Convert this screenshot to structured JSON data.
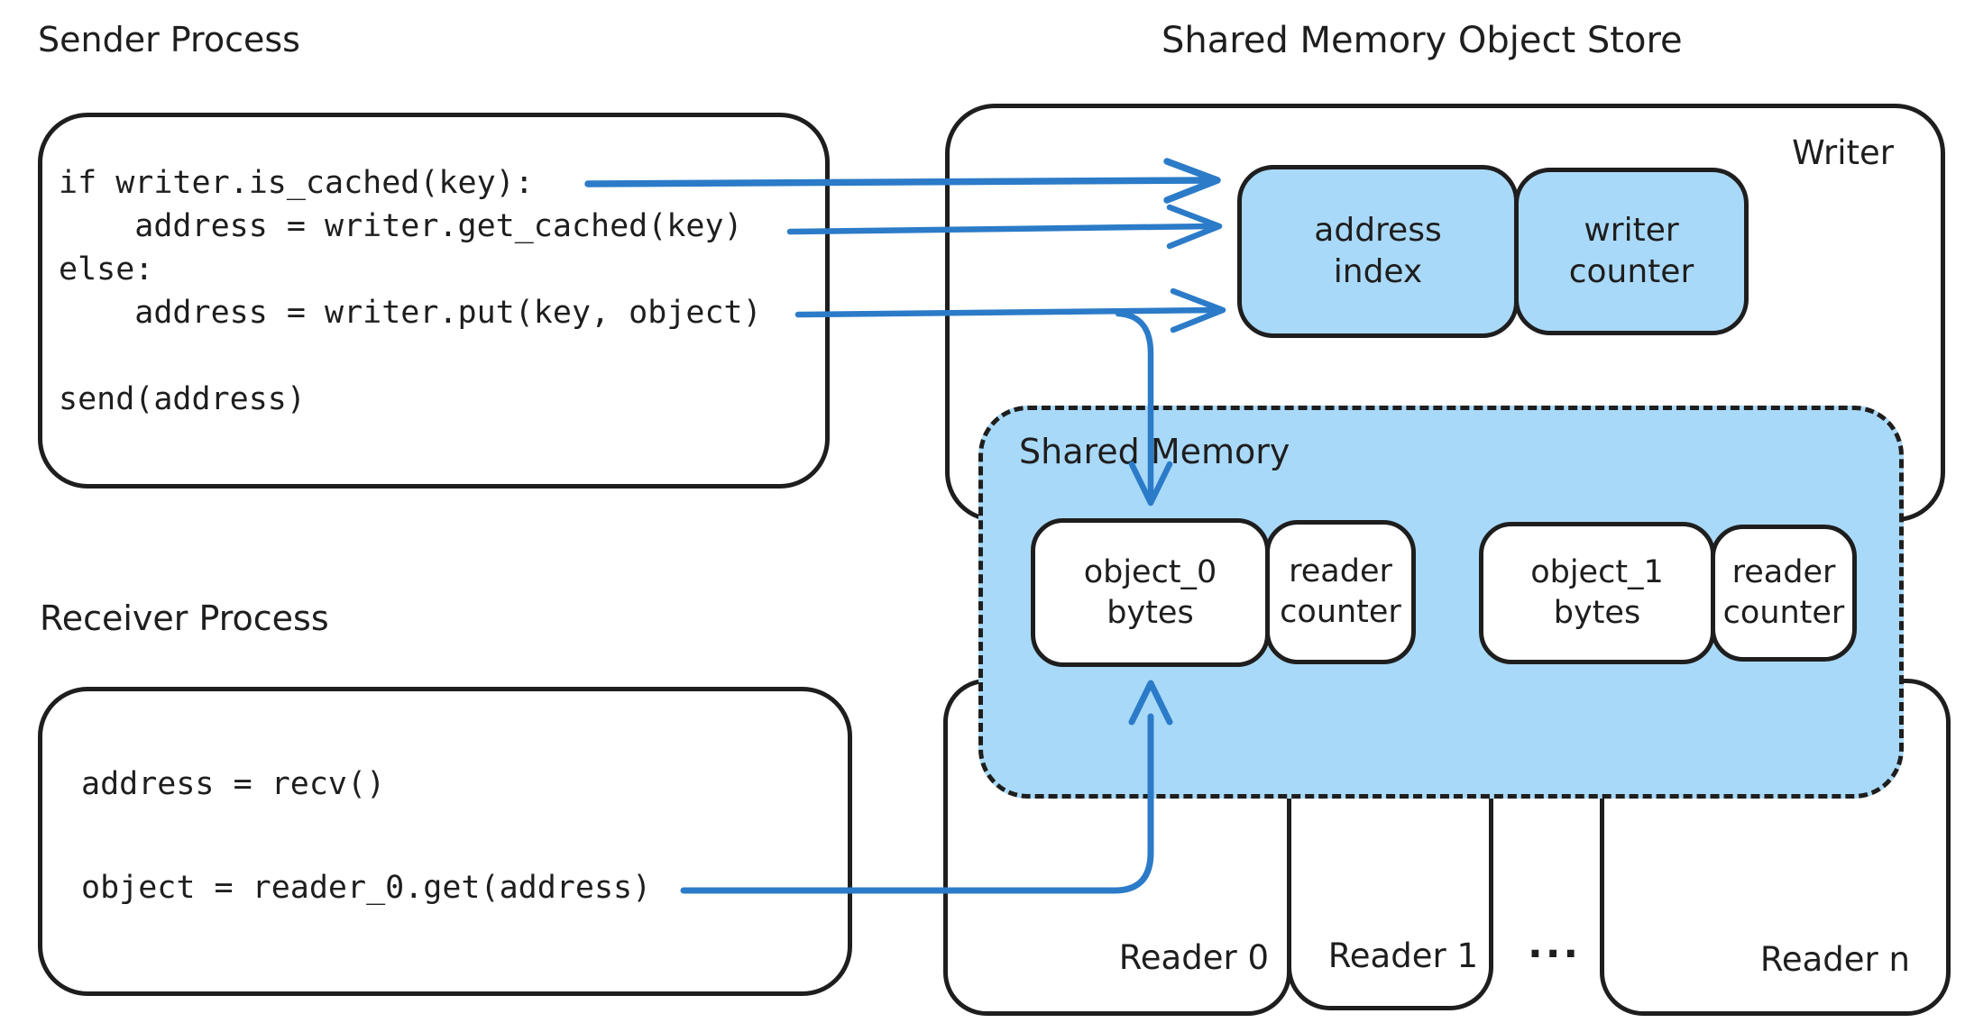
{
  "colors": {
    "ink": "#1e1e1e",
    "light_blue_fill": "#a9d9f8",
    "arrow_blue": "#2b7bc8",
    "background": "#ffffff"
  },
  "labels": {
    "sender_process": "Sender Process",
    "receiver_process": "Receiver Process",
    "store_title": "Shared Memory Object Store",
    "writer": "Writer",
    "shared_memory": "Shared Memory",
    "reader_0": "Reader 0",
    "reader_1": "Reader 1",
    "reader_n": "Reader n",
    "ellipsis": "..."
  },
  "sender_code": [
    "if writer.is_cached(key):",
    "    address = writer.get_cached(key)",
    "else:",
    "    address = writer.put(key, object)",
    "send(address)"
  ],
  "receiver_code": [
    "address = recv()",
    "object = reader_0.get(address)"
  ],
  "boxes": {
    "address_index": {
      "line1": "address",
      "line2": "index"
    },
    "writer_counter": {
      "line1": "writer",
      "line2": "counter"
    },
    "object_0": {
      "line1": "object_0",
      "line2": "bytes"
    },
    "reader_counter_0": {
      "line1": "reader",
      "line2": "counter"
    },
    "object_1": {
      "line1": "object_1",
      "line2": "bytes"
    },
    "reader_counter_1": {
      "line1": "reader",
      "line2": "counter"
    }
  }
}
